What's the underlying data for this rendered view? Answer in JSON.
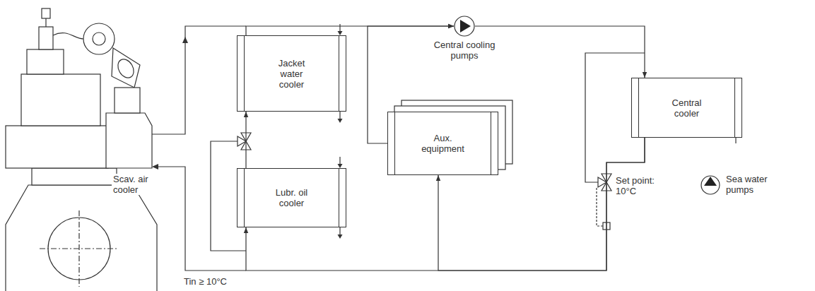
{
  "diagram": {
    "nodes": [
      {
        "text": [
          "Jacket water cooler"
        ]
      },
      {
        "text": [
          "Lubr. oil cooler"
        ]
      },
      {
        "text": [
          "Aux. equipment"
        ]
      },
      {
        "text": [
          "Central cooling pumps"
        ]
      },
      {
        "text": [
          "Central cooler"
        ]
      },
      {
        "text": [
          "Sea water pumps"
        ]
      }
    ],
    "edges": [
      {
        "from": 3,
        "to": 4,
        "arrow": "to"
      },
      {
        "from": 4,
        "to": 2,
        "arrow": "to"
      },
      {
        "from": 4,
        "to": 1,
        "arrow": "to"
      },
      {
        "from": 1,
        "to": 0,
        "arrow": "to"
      },
      {
        "from": 0,
        "to": 3,
        "arrow": "to"
      },
      {
        "from": 2,
        "to": 3,
        "arrow": "to"
      }
    ],
    "labels": [
      "Scav. air cooler",
      "Set point: 10°C",
      "Tin ≥ 10°C"
    ]
  }
}
